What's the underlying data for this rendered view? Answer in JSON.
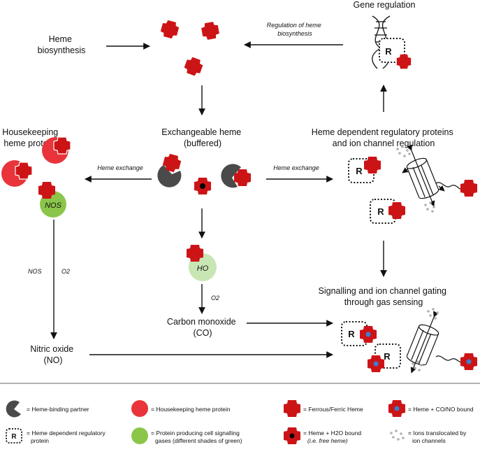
{
  "nodes": {
    "heme_biosynthesis": [
      "Heme",
      "biosynthesis"
    ],
    "gene_regulation": "Gene regulation",
    "regulation_of_heme_biosynthesis": [
      "Regulation of heme",
      "biosynthesis"
    ],
    "housekeeping": [
      "Housekeeping",
      "heme proteins"
    ],
    "exchangeable": [
      "Exchangeable heme",
      "(buffered)"
    ],
    "regulatory": [
      "Heme dependent regulatory proteins",
      "and ion channel regulation"
    ],
    "heme_exchange_left": "Heme exchange",
    "heme_exchange_right": "Heme exchange",
    "nos_arrow_left": "NOS",
    "nos_arrow_right": "O2",
    "ho_arrow": "O2",
    "co": [
      "Carbon monoxide",
      "(CO)"
    ],
    "no": [
      "Nitric oxide",
      "(NO)"
    ],
    "signalling": [
      "Signalling and ion channel gating",
      "through gas sensing"
    ]
  },
  "labels": {
    "nos": "NOS",
    "ho": "HO",
    "r": "R"
  },
  "legend": {
    "heme_binding_partner": "= Heme-binding partner",
    "housekeeping_protein": "= Housekeeping heme protein",
    "ferrous_ferric": "= Ferrous/Ferric Heme",
    "co_no_bound": "= Heme + CO/NO bound",
    "regulatory_protein": [
      "= Heme dependent regulatory",
      "protein"
    ],
    "gas_protein": [
      "= Protein producing cell signalling",
      "gases (different shades of green)"
    ],
    "h2o_bound": [
      "= Heme + H2O bound",
      "(i.e. free heme)"
    ],
    "ions": [
      "= Ions translocated by",
      "ion channels"
    ]
  },
  "colors": {
    "heme": "#cc1417",
    "housekeeping": "#e8343a",
    "partner": "#4a4a4a",
    "nos_green": "#8bc64a",
    "ho_green": "#c8e6b4",
    "co_no_dot": "#3b7fd0",
    "ions": "#b0b0b0"
  }
}
